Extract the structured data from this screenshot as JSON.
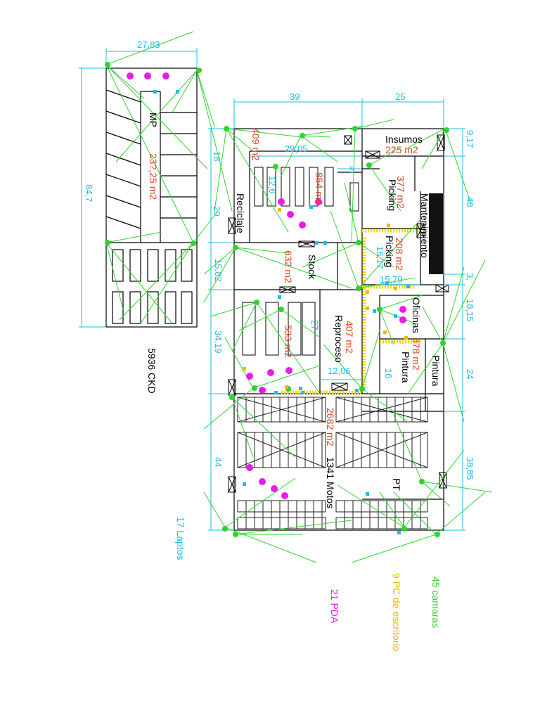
{
  "colors": {
    "walls": "#000000",
    "dimensions": "#19bfe6",
    "areas": "#e0431f",
    "cameras": "#2fd42f",
    "pda": "#e81ce8",
    "pc": "#f0b800",
    "laptops": "#19bfe6",
    "dark_block": "#111111"
  },
  "zones": {
    "mp": "MP",
    "mp_area": "23?,25 m2",
    "insumos": "Insumos",
    "insumos_area": "225 m2",
    "picking_top": "Picking",
    "picking_top_area": "377 m2",
    "mantenimiento": "Mantenimiento",
    "picking_bottom": "Picking",
    "picking_bottom_area": "208 m2",
    "reciclaje": "Reciclaje",
    "reciclaje_area": "409 m2",
    "area_854": "854 m2",
    "stock": "Stock",
    "stock_area": "632 m2",
    "oficinas": "Oficinas",
    "reproceso": "Reproceso",
    "reproceso_area": "407 m2",
    "area_533": "533 m2",
    "area_378": "378 m2",
    "pintura_1": "Pintura",
    "pintura_2": "Pintura",
    "motos_area": "2682 m2",
    "motos": "1341 Motos",
    "pt": "PT",
    "ckd": "5936 CKD"
  },
  "dimensions": {
    "d_27_83": "27,83",
    "d_84_7": "84,7",
    "d_39": "39",
    "d_25": "25",
    "d_9_17": "9,17",
    "d_18": "18",
    "d_29_05": "29,05",
    "d_5": "5",
    "d_12_6": "12,6",
    "d_48": "48",
    "d_20": "20",
    "d_16_17": "16,17",
    "d_15_82": "15,82",
    "d_15_79": "15,79",
    "d_3": "3,",
    "d_18_15": "18,15",
    "d_34_19": "34,19",
    "d_27": "27",
    "d_16": "16",
    "d_24": "24",
    "d_12_06": "12,06",
    "d_44": "44",
    "d_38_85": "38,85"
  },
  "legend": {
    "laptops": "17 Laptos",
    "pda": "21 PDA",
    "pc": "9 PC de escritorio",
    "cameras": "45 camaras"
  }
}
